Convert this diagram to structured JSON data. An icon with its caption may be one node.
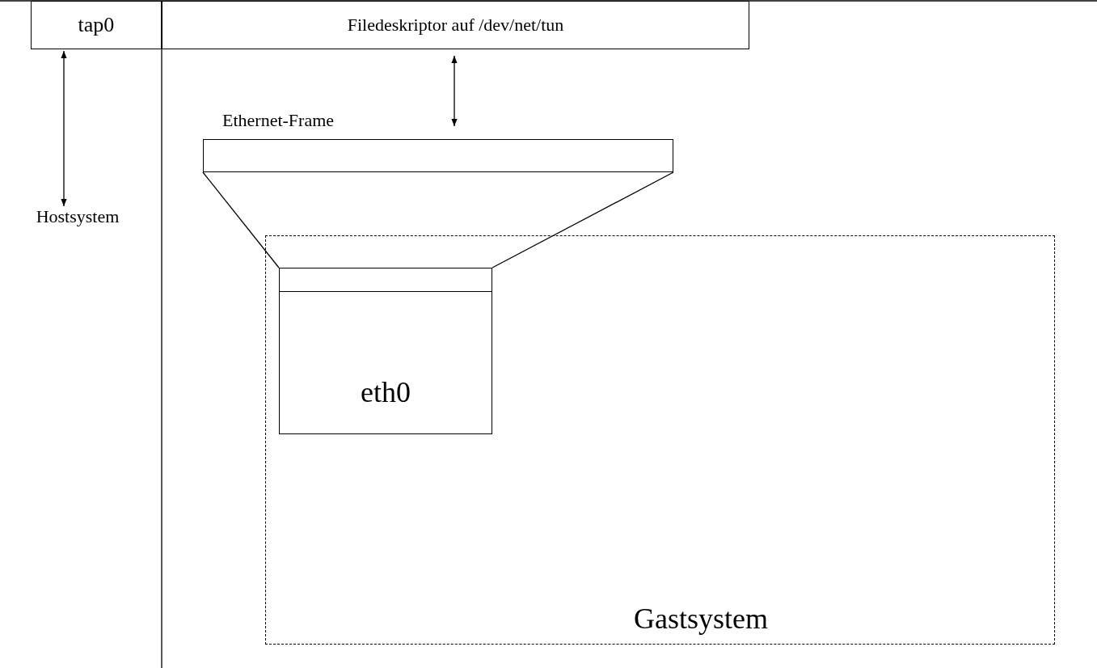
{
  "diagram": {
    "nodes": [
      {
        "text": [
          "tap0"
        ]
      },
      {
        "text": [
          "Filedeskriptor auf /dev/net/tun"
        ]
      },
      {
        "text": [
          "Ethernet-Frame"
        ]
      },
      {
        "text": [
          "Hostsystem"
        ]
      },
      {
        "text": [
          "Gastsystem"
        ]
      },
      {
        "text": [
          "eth0"
        ],
        "in": 4
      },
      {
        "text": [],
        "shape": "bar",
        "in": 5
      }
    ],
    "edges": [
      {
        "from": 0,
        "to": 3,
        "arrow": "both"
      },
      {
        "from": 1,
        "to": 2,
        "arrow": "both"
      },
      {
        "from": 2,
        "to": 6,
        "arrow": "none"
      },
      {
        "from": 2,
        "to": 6,
        "arrow": "none"
      }
    ]
  }
}
